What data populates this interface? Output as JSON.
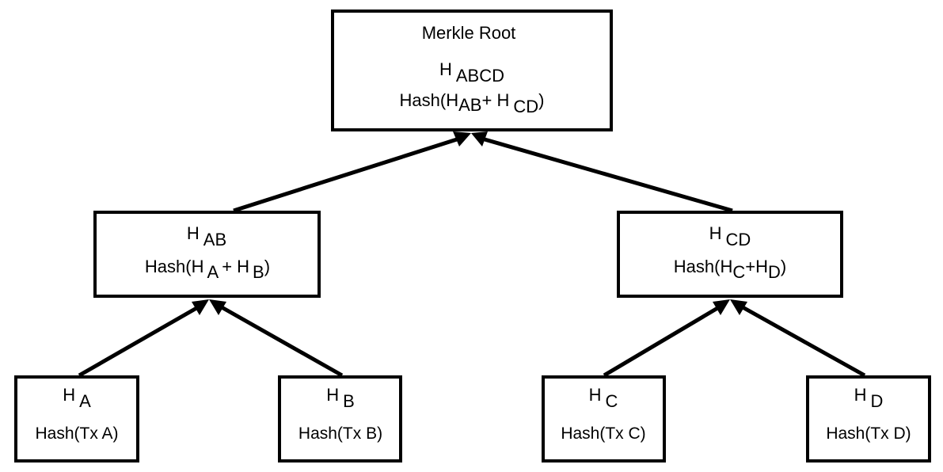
{
  "nodes": {
    "root": {
      "title": "Merkle Root",
      "hash_main": "H",
      "hash_sub": "ABCD",
      "formula_prefix": "Hash(H",
      "formula_sub1": "AB",
      "formula_mid": "+ H",
      "formula_sub2": "CD",
      "formula_suffix": ")"
    },
    "ab": {
      "hash_main": "H",
      "hash_sub": "AB",
      "formula_prefix": "Hash(H",
      "formula_sub1": "A",
      "formula_mid": "+ H",
      "formula_sub2": "B",
      "formula_suffix": ")"
    },
    "cd": {
      "hash_main": "H",
      "hash_sub": "CD",
      "formula_prefix": "Hash(H",
      "formula_sub1": "C",
      "formula_mid": "+H",
      "formula_sub2": "D",
      "formula_suffix": ")"
    },
    "a": {
      "hash_main": "H",
      "hash_sub": "A",
      "formula": "Hash(Tx A)"
    },
    "b": {
      "hash_main": "H",
      "hash_sub": "B",
      "formula": "Hash(Tx B)"
    },
    "c": {
      "hash_main": "H",
      "hash_sub": "C",
      "formula": "Hash(Tx C)"
    },
    "d": {
      "hash_main": "H",
      "hash_sub": "D",
      "formula": "Hash(Tx D)"
    }
  },
  "edges": [
    {
      "from": "ab",
      "to": "root"
    },
    {
      "from": "cd",
      "to": "root"
    },
    {
      "from": "a",
      "to": "ab"
    },
    {
      "from": "b",
      "to": "ab"
    },
    {
      "from": "c",
      "to": "cd"
    },
    {
      "from": "d",
      "to": "cd"
    }
  ],
  "colors": {
    "stroke": "#000000",
    "fill": "#ffffff"
  }
}
